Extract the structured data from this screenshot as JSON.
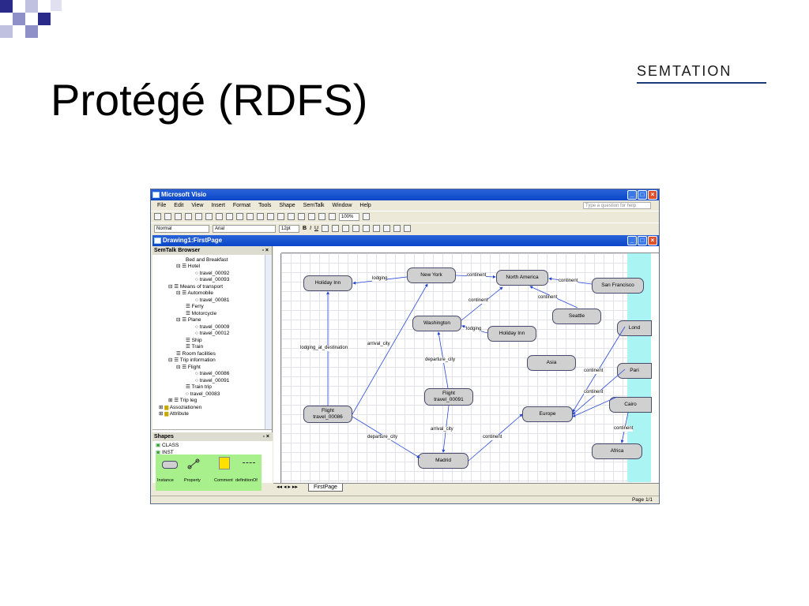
{
  "slide": {
    "title": "Protégé (RDFS)",
    "brand": "SEMTATION",
    "accent": "#3c3c9a"
  },
  "app": {
    "title": "Microsoft Visio",
    "help_placeholder": "Type a question for help",
    "menu": [
      "File",
      "Edit",
      "View",
      "Insert",
      "Format",
      "Tools",
      "Shape",
      "SemTalk",
      "Window",
      "Help"
    ],
    "zoom": "100%",
    "style": "Normal",
    "font": "Arial",
    "font_size": "12pt",
    "bold": "B",
    "italic": "I",
    "underline": "U",
    "doc_title": "Drawing1:FirstPage",
    "page_tab": "FirstPage",
    "status_page": "Page 1/1"
  },
  "browser": {
    "title": "SemTalk Browser",
    "items": [
      "Bed and Breakfast",
      "Hotel",
      "travel_00092",
      "travel_00093",
      "Means of transport",
      "Automobile",
      "travel_00081",
      "Ferry",
      "Motorcycle",
      "Plane",
      "travel_00009",
      "travel_00012",
      "Ship",
      "Train",
      "Room facilities",
      "Trip information",
      "Flight",
      "travel_00086",
      "travel_00091",
      "Train trip",
      "travel_00083",
      "Trip leg",
      "Assoziationen",
      "Attribute"
    ]
  },
  "shapes": {
    "title": "Shapes",
    "stencils": [
      "CLASS",
      "INST"
    ],
    "masters": [
      "Instance",
      "Property",
      "Comment",
      "definitionOf"
    ]
  },
  "diagram": {
    "nodes": {
      "holiday_inn_1": "Holiday Inn",
      "new_york": "New York",
      "north_america": "North America",
      "san_francisco": "San Francisco",
      "washington": "Washington",
      "holiday_inn_2": "Holiday Inn",
      "seattle": "Seattle",
      "london": "Lond",
      "asia": "Asia",
      "paris": "Pari",
      "flight_a_line1": "Flight",
      "flight_a_line2": "travel_00086",
      "flight_b_line1": "Flight",
      "flight_b_line2": "travel_00091",
      "cairo": "Cairo",
      "europe": "Europe",
      "madrid": "Madrid",
      "africa": "Africa"
    },
    "edge_labels": {
      "lodging_1": "lodging",
      "continent_1": "continent",
      "continent_2": "continent",
      "continent_3": "continent",
      "continent_4": "continent",
      "lodging_2": "lodging",
      "lodging_at_destination": "lodging_at_destination",
      "arrival_city_1": "arrival_city",
      "departure_city_1": "departure_city",
      "continent_5": "continent",
      "continent_6": "continent",
      "continent_7": "continent",
      "departure_city_2": "departure_city",
      "arrival_city_2": "arrival_city",
      "continent_8": "continent"
    }
  }
}
